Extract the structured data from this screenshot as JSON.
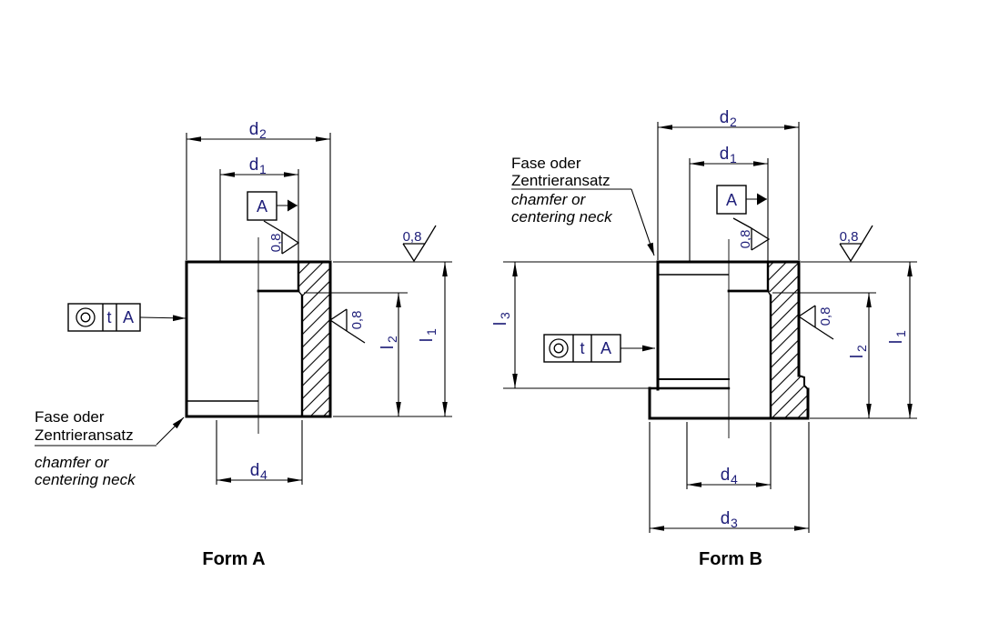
{
  "drawing": {
    "captions": {
      "form_a": "Form A",
      "form_b": "Form B"
    },
    "dim_labels": {
      "d1": {
        "base": "d",
        "sub": "1"
      },
      "d2": {
        "base": "d",
        "sub": "2"
      },
      "d3": {
        "base": "d",
        "sub": "3"
      },
      "d4": {
        "base": "d",
        "sub": "4"
      },
      "l1": {
        "base": "l",
        "sub": "1"
      },
      "l2": {
        "base": "l",
        "sub": "2"
      },
      "l3": {
        "base": "l",
        "sub": "3"
      }
    },
    "surface_roughness": {
      "value": "0,8"
    },
    "datum": {
      "letter": "A"
    },
    "tolerance_frame": {
      "symbol": "concentricity-icon",
      "tolerance": "t",
      "datum_ref": "A"
    },
    "annotations": {
      "de_line1": "Fase oder",
      "de_line2": "Zentrieransatz",
      "en_line1": "chamfer or",
      "en_line2": "centering neck"
    },
    "colors": {
      "line": "#000000",
      "dim_text": "#20207a",
      "background": "#ffffff"
    }
  }
}
